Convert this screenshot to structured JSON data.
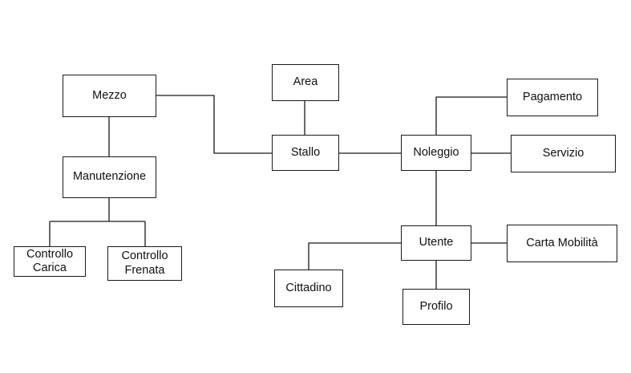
{
  "nodes": {
    "mezzo": "Mezzo",
    "manutenzione": "Manutenzione",
    "controllo_carica": "Controllo\nCarica",
    "controllo_frenata": "Controllo\nFrenata",
    "area": "Area",
    "stallo": "Stallo",
    "noleggio": "Noleggio",
    "pagamento": "Pagamento",
    "servizio": "Servizio",
    "utente": "Utente",
    "carta_mobilita": "Carta Mobilità",
    "cittadino": "Cittadino",
    "profilo": "Profilo"
  },
  "edges": [
    {
      "from": "Mezzo",
      "to": "Manutenzione"
    },
    {
      "from": "Manutenzione",
      "to": "Controllo\nCarica"
    },
    {
      "from": "Manutenzione",
      "to": "Controllo\nFrenata"
    },
    {
      "from": "Mezzo",
      "to": "Stallo"
    },
    {
      "from": "Area",
      "to": "Stallo"
    },
    {
      "from": "Stallo",
      "to": "Noleggio"
    },
    {
      "from": "Noleggio",
      "to": "Pagamento"
    },
    {
      "from": "Noleggio",
      "to": "Servizio"
    },
    {
      "from": "Noleggio",
      "to": "Utente"
    },
    {
      "from": "Utente",
      "to": "Carta Mobilità"
    },
    {
      "from": "Utente",
      "to": "Cittadino"
    },
    {
      "from": "Utente",
      "to": "Profilo"
    }
  ]
}
